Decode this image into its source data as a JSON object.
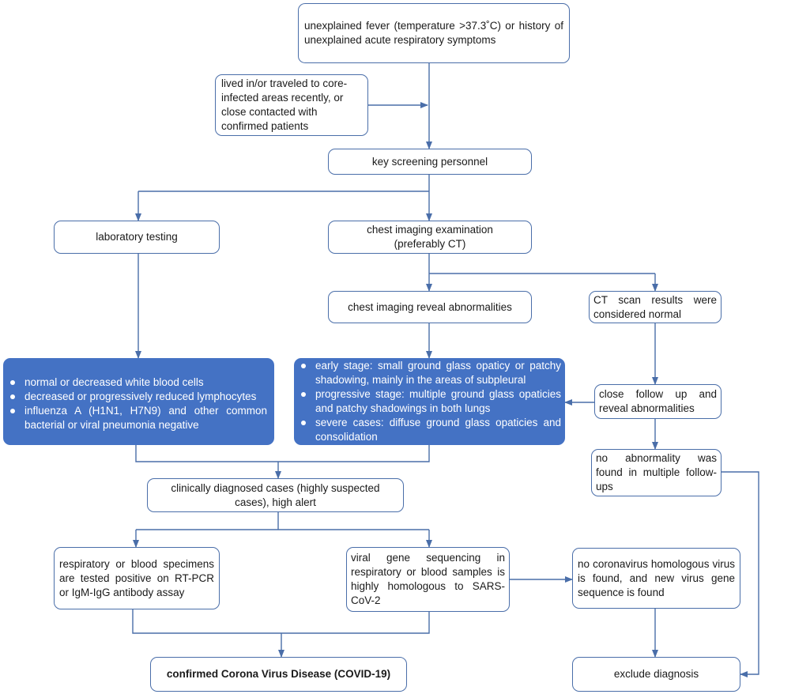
{
  "flowchart": {
    "fever": "unexplained fever (temperature >37.3˚C) or history of unexplained acute respiratory symptoms",
    "exposure": "lived in/or traveled to core-infected areas recently, or close contacted with confirmed patients",
    "screening": "key screening personnel",
    "lab_testing": "laboratory testing",
    "chest_imaging": "chest imaging examination (preferably CT)",
    "imaging_abnormal": "chest imaging reveal abnormalities",
    "ct_normal": "CT scan results were considered normal",
    "lab_findings": [
      "normal or decreased white blood cells",
      "decreased or progressively reduced lymphocytes",
      "influenza A (H1N1, H7N9) and other common bacterial or viral pneumonia negative"
    ],
    "imaging_findings": [
      "early stage: small ground glass opaticy or patchy shadowing, mainly in the areas of subpleural",
      "progressive stage: multiple ground glass opaticies and patchy shadowings in both lungs",
      "severe cases: diffuse ground glass opaticies and consolidation"
    ],
    "follow_up": "close follow up and reveal abnormalities",
    "no_abnormality": "no abnormality was found in multiple follow-ups",
    "clinical_diagnosis": "clinically diagnosed cases (highly suspected cases), high alert",
    "rt_pcr": "respiratory or blood specimens are tested positive on RT-PCR or IgM-IgG antibody assay",
    "gene_sequencing": "viral gene sequencing in respiratory or blood samples is highly homologous to SARS-CoV-2",
    "no_homology": "no coronavirus homologous virus is found, and new virus gene sequence is found",
    "confirmed": "confirmed Corona Virus Disease (COVID-19)",
    "exclude": "exclude diagnosis"
  },
  "colors": {
    "line": "#4a6ea9",
    "box_border": "#4a6ea9",
    "filled_box": "#4472c4"
  }
}
